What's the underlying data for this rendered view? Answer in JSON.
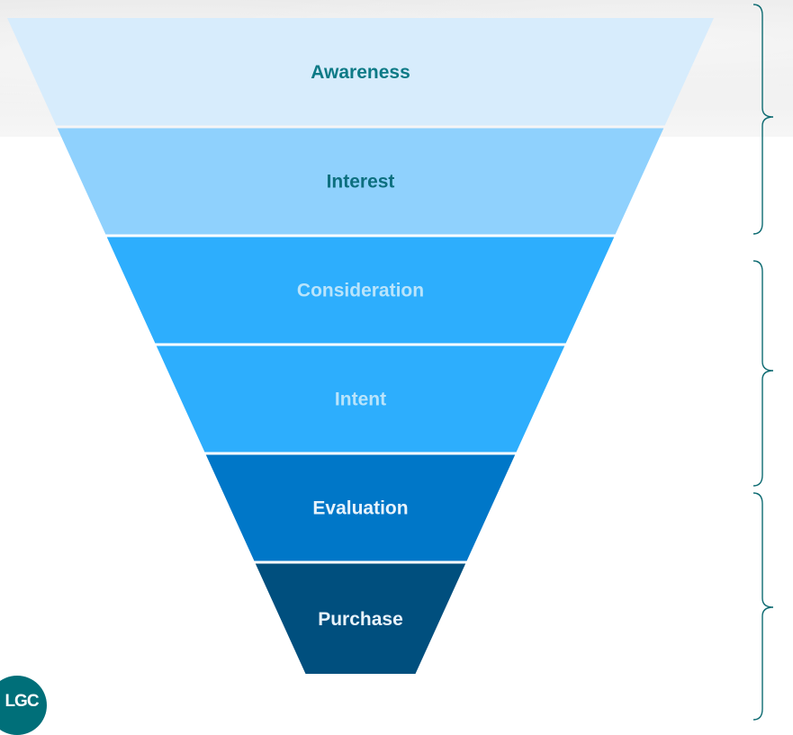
{
  "funnel": {
    "stages": [
      {
        "label": "Awareness",
        "fill": "#d7ecfc",
        "text_color": "#0d7a86"
      },
      {
        "label": "Interest",
        "fill": "#8fd1fd",
        "text_color": "#0d6f7f"
      },
      {
        "label": "Consideration",
        "fill": "#2daefd",
        "text_color": "#b9e4fb"
      },
      {
        "label": "Intent",
        "fill": "#2daefd",
        "text_color": "#b9e4fb"
      },
      {
        "label": "Evaluation",
        "fill": "#0077c8",
        "text_color": "#e8f3fb"
      },
      {
        "label": "Purchase",
        "fill": "#004f7e",
        "text_color": "#e8f3fb"
      }
    ],
    "bracket_color": "#0e6b72"
  },
  "logo": {
    "text": "LGC",
    "color": "#006f79"
  }
}
